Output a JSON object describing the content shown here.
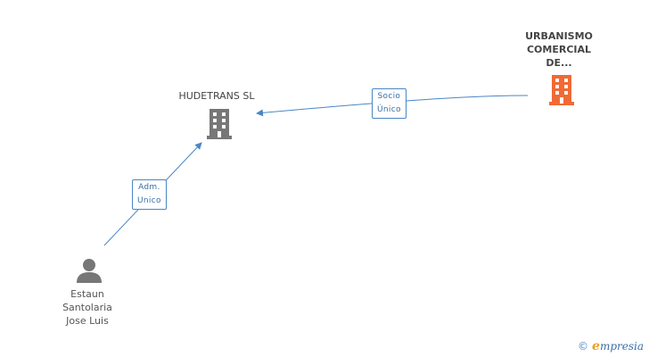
{
  "nodes": {
    "hudetrans": {
      "label": "HUDETRANS SL",
      "icon": "building-icon",
      "color": "#777777"
    },
    "urbanismo": {
      "label_lines": [
        "URBANISMO",
        "COMERCIAL",
        "DE..."
      ],
      "icon": "building-icon",
      "color": "#f06a35"
    },
    "estaun": {
      "label_lines": [
        "Estaun",
        "Santolaria",
        "Jose Luis"
      ],
      "icon": "person-icon",
      "color": "#777777"
    }
  },
  "edges": {
    "socio": {
      "label_lines": [
        "Socio",
        "Único"
      ]
    },
    "adm": {
      "label_lines": [
        "Adm.",
        "Unico"
      ]
    }
  },
  "colors": {
    "edge": "#4a86c5"
  },
  "footer": {
    "copyright": "©",
    "brand_initial": "e",
    "brand_rest": "mpresia"
  }
}
